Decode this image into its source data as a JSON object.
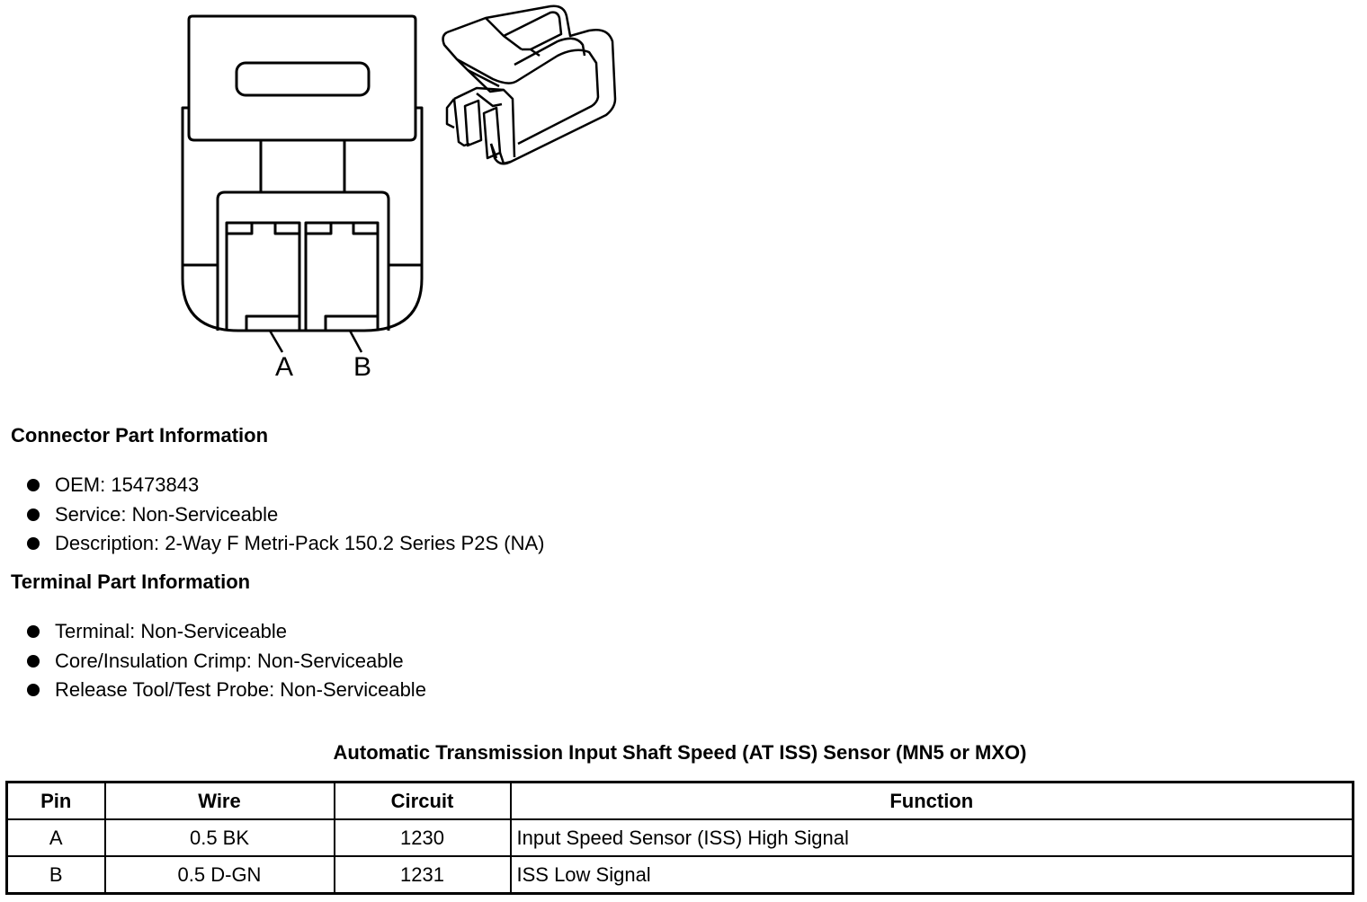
{
  "diagram": {
    "pin_labels": [
      "A",
      "B"
    ]
  },
  "connector_part_info": {
    "title": "Connector Part Information",
    "items": [
      "OEM: 15473843",
      "Service: Non-Serviceable",
      "Description: 2-Way F Metri-Pack 150.2 Series P2S (NA)"
    ]
  },
  "terminal_part_info": {
    "title": "Terminal Part Information",
    "items": [
      "Terminal: Non-Serviceable",
      "Core/Insulation Crimp: Non-Serviceable",
      "Release Tool/Test Probe: Non-Serviceable"
    ]
  },
  "pin_table": {
    "title": "Automatic Transmission Input Shaft Speed (AT ISS) Sensor (MN5 or MXO)",
    "headers": [
      "Pin",
      "Wire",
      "Circuit",
      "Function"
    ],
    "rows": [
      [
        "A",
        "0.5 BK",
        "1230",
        "Input Speed Sensor (ISS) High Signal"
      ],
      [
        "B",
        "0.5 D-GN",
        "1231",
        "ISS Low Signal"
      ]
    ]
  }
}
